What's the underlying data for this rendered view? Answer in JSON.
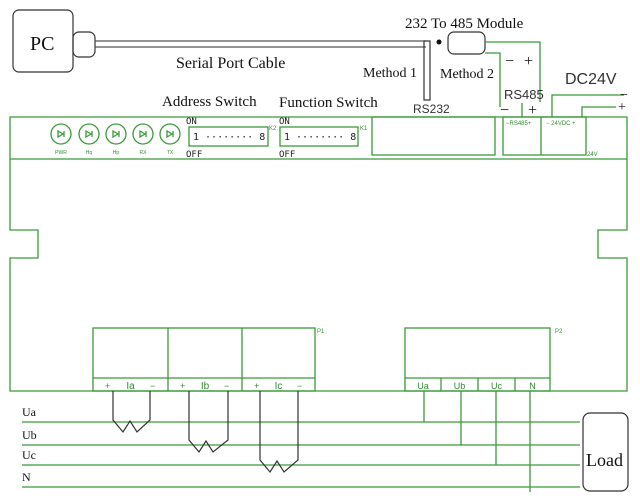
{
  "pc": {
    "label": "PC"
  },
  "cable": {
    "label": "Serial Port Cable"
  },
  "module": {
    "label": "232 To 485 Module",
    "minus": "−",
    "plus": "+"
  },
  "methods": {
    "method1": "Method 1",
    "method2": "Method 2",
    "rs232": "RS232"
  },
  "rs485": {
    "label": "RS485",
    "minus": "−",
    "plus": "+",
    "terminal_label": "−RS485+"
  },
  "dc24v": {
    "label": "DC24V",
    "minus": "−",
    "plus": "+",
    "terminal_label": "− 24VDC +",
    "tag": "24V"
  },
  "leds": [
    {
      "label": "PWR"
    },
    {
      "label": "Hq"
    },
    {
      "label": "Hp"
    },
    {
      "label": "RX"
    },
    {
      "label": "TX"
    }
  ],
  "address_switch": {
    "title": "Address Switch",
    "on": "ON",
    "off": "OFF",
    "range": "1 ········ 8",
    "tag": "K2"
  },
  "function_switch": {
    "title": "Function Switch",
    "on": "ON",
    "off": "OFF",
    "range": "1 ········ 8",
    "tag": "K1"
  },
  "current_terminals": {
    "tag": "P1",
    "items": [
      {
        "plus": "+",
        "label": "Ia",
        "minus": "−"
      },
      {
        "plus": "+",
        "label": "Ib",
        "minus": "−"
      },
      {
        "plus": "+",
        "label": "Ic",
        "minus": "−"
      }
    ]
  },
  "voltage_terminals": {
    "tag": "P2",
    "items": [
      "Ua",
      "Ub",
      "Uc",
      "N"
    ]
  },
  "lines": [
    "Ua",
    "Ub",
    "Uc",
    "N"
  ],
  "load": {
    "label": "Load"
  },
  "colors": {
    "board": "#3a9a3a",
    "cable": "#555555"
  }
}
